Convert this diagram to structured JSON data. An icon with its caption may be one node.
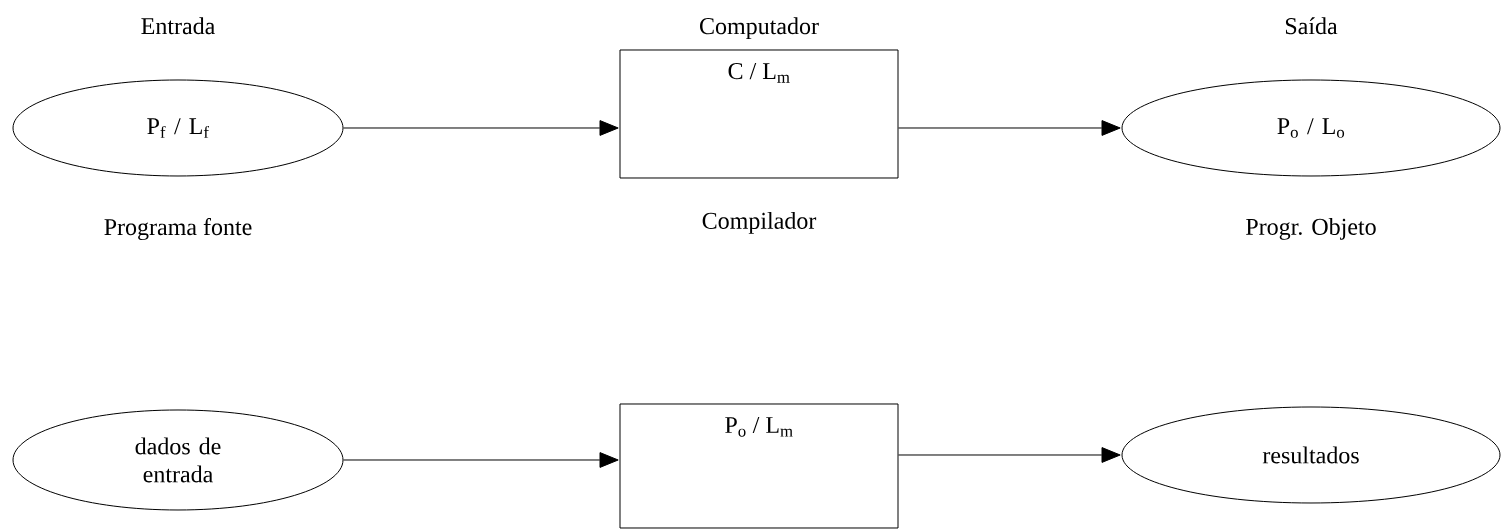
{
  "diagram": {
    "nodes": [
      {
        "text": [
          "Entrada",
          "P$_{f}$ / L$_{f}$"
        ],
        "beside": [
          "Programa fonte"
        ]
      },
      {
        "text": [
          "Computador",
          "C / L$_{m}$"
        ],
        "beside": [
          "Compilador"
        ]
      },
      {
        "text": [
          "Saída",
          "P$_{o}$ / L$_{o}$"
        ],
        "beside": [
          "Progr. Objeto"
        ]
      },
      {
        "text": [
          "dados de entrada"
        ]
      },
      {
        "text": [
          "P$_{o}$ / L$_{m}$"
        ]
      },
      {
        "text": [
          "resultados"
        ]
      }
    ],
    "edges": [
      {
        "from": 0,
        "to": 1,
        "arrow": "to"
      },
      {
        "from": 1,
        "to": 2,
        "arrow": "to"
      },
      {
        "from": 3,
        "to": 4,
        "arrow": "to"
      },
      {
        "from": 4,
        "to": 5,
        "arrow": "to"
      }
    ]
  }
}
